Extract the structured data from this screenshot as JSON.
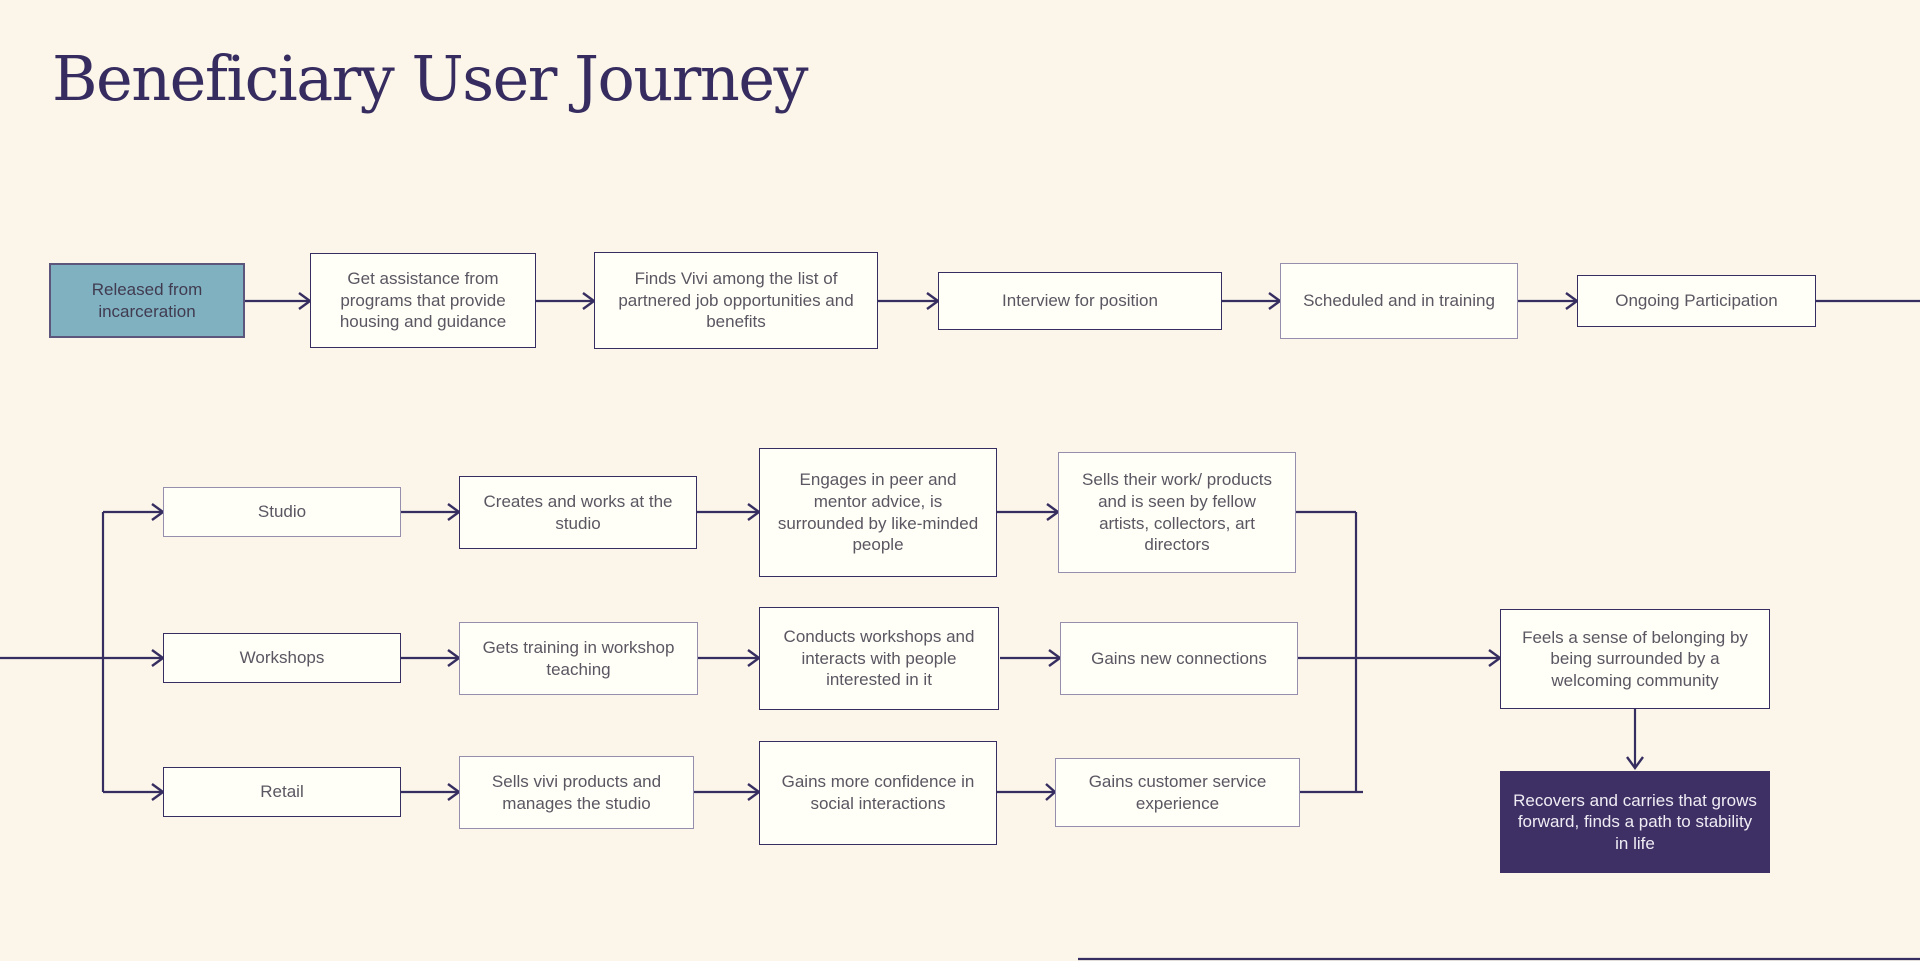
{
  "title": "Beneficiary User Journey",
  "colors": {
    "background": "#FBF6E9",
    "node_fill": "#FFFEF7",
    "line": "#362D60",
    "border_dark": "#362D60",
    "border_light": "#958FAD",
    "teal_fill": "#7FB1C1",
    "teal_border": "#5C557C",
    "dark_fill": "#3E3065",
    "dark_text": "#EFECF4",
    "node_text": "#5B5661",
    "teal_text": "#413B50",
    "title_color": "#362C60"
  },
  "main_flow": {
    "steps": [
      {
        "label": "Released from incarceration",
        "variant": "teal"
      },
      {
        "label": "Get assistance from programs that provide housing and guidance",
        "variant": "outline-dark"
      },
      {
        "label": "Finds Vivi among the list of partnered job opportunities and benefits",
        "variant": "outline-dark"
      },
      {
        "label": "Interview for position",
        "variant": "outline-dark"
      },
      {
        "label": "Scheduled and in training",
        "variant": "outline-light"
      },
      {
        "label": "Ongoing Participation",
        "variant": "outline-dark"
      }
    ]
  },
  "tracks": [
    {
      "label": "Studio",
      "steps": [
        "Creates and works at the studio",
        "Engages in peer and mentor advice, is surrounded by like-minded people",
        "Sells their work/ products and is seen by fellow artists, collectors, art directors"
      ]
    },
    {
      "label": "Workshops",
      "steps": [
        "Gets training in workshop teaching",
        "Conducts workshops and interacts with people interested in it",
        "Gains new connections"
      ]
    },
    {
      "label": "Retail",
      "steps": [
        "Sells vivi products and manages the studio",
        "Gains more confidence in social interactions",
        "Gains customer service experience"
      ]
    }
  ],
  "outcomes": {
    "belonging": "Feels a sense of belonging by being surrounded by a welcoming community",
    "recovery": "Recovers and carries that grows forward, finds  a path to stability in life"
  }
}
